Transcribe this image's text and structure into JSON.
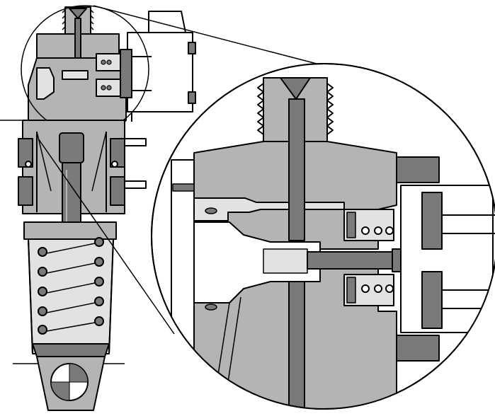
{
  "figure": {
    "kind": "technical-cross-section-drawing",
    "detail_callout": "magnified-circular-detail",
    "has_text_labels": false
  },
  "colors": {
    "background": "#ffffff",
    "outline": "#000000",
    "mid_gray": "#b4b4b4",
    "dark_gray": "#7a7a7a",
    "light_gray": "#e2e2e2"
  },
  "parts": {
    "spring_coil_count": 5,
    "detail_ball_bearings": 3
  }
}
